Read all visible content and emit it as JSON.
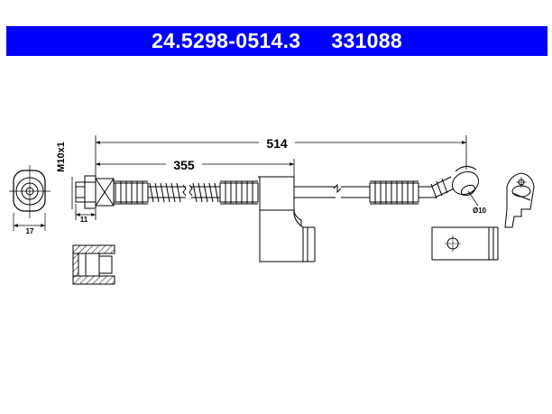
{
  "header": {
    "part_number": "24.5298-0514.3",
    "ref_number": "331088",
    "background_color": "#0000ff",
    "text_color": "#ffffff"
  },
  "dimensions": {
    "overall_length": "514",
    "partial_length": "355",
    "thread": "M10x1",
    "hex_width": "11",
    "fitting_diameter": "17",
    "eye_diameter": "Ø10"
  }
}
